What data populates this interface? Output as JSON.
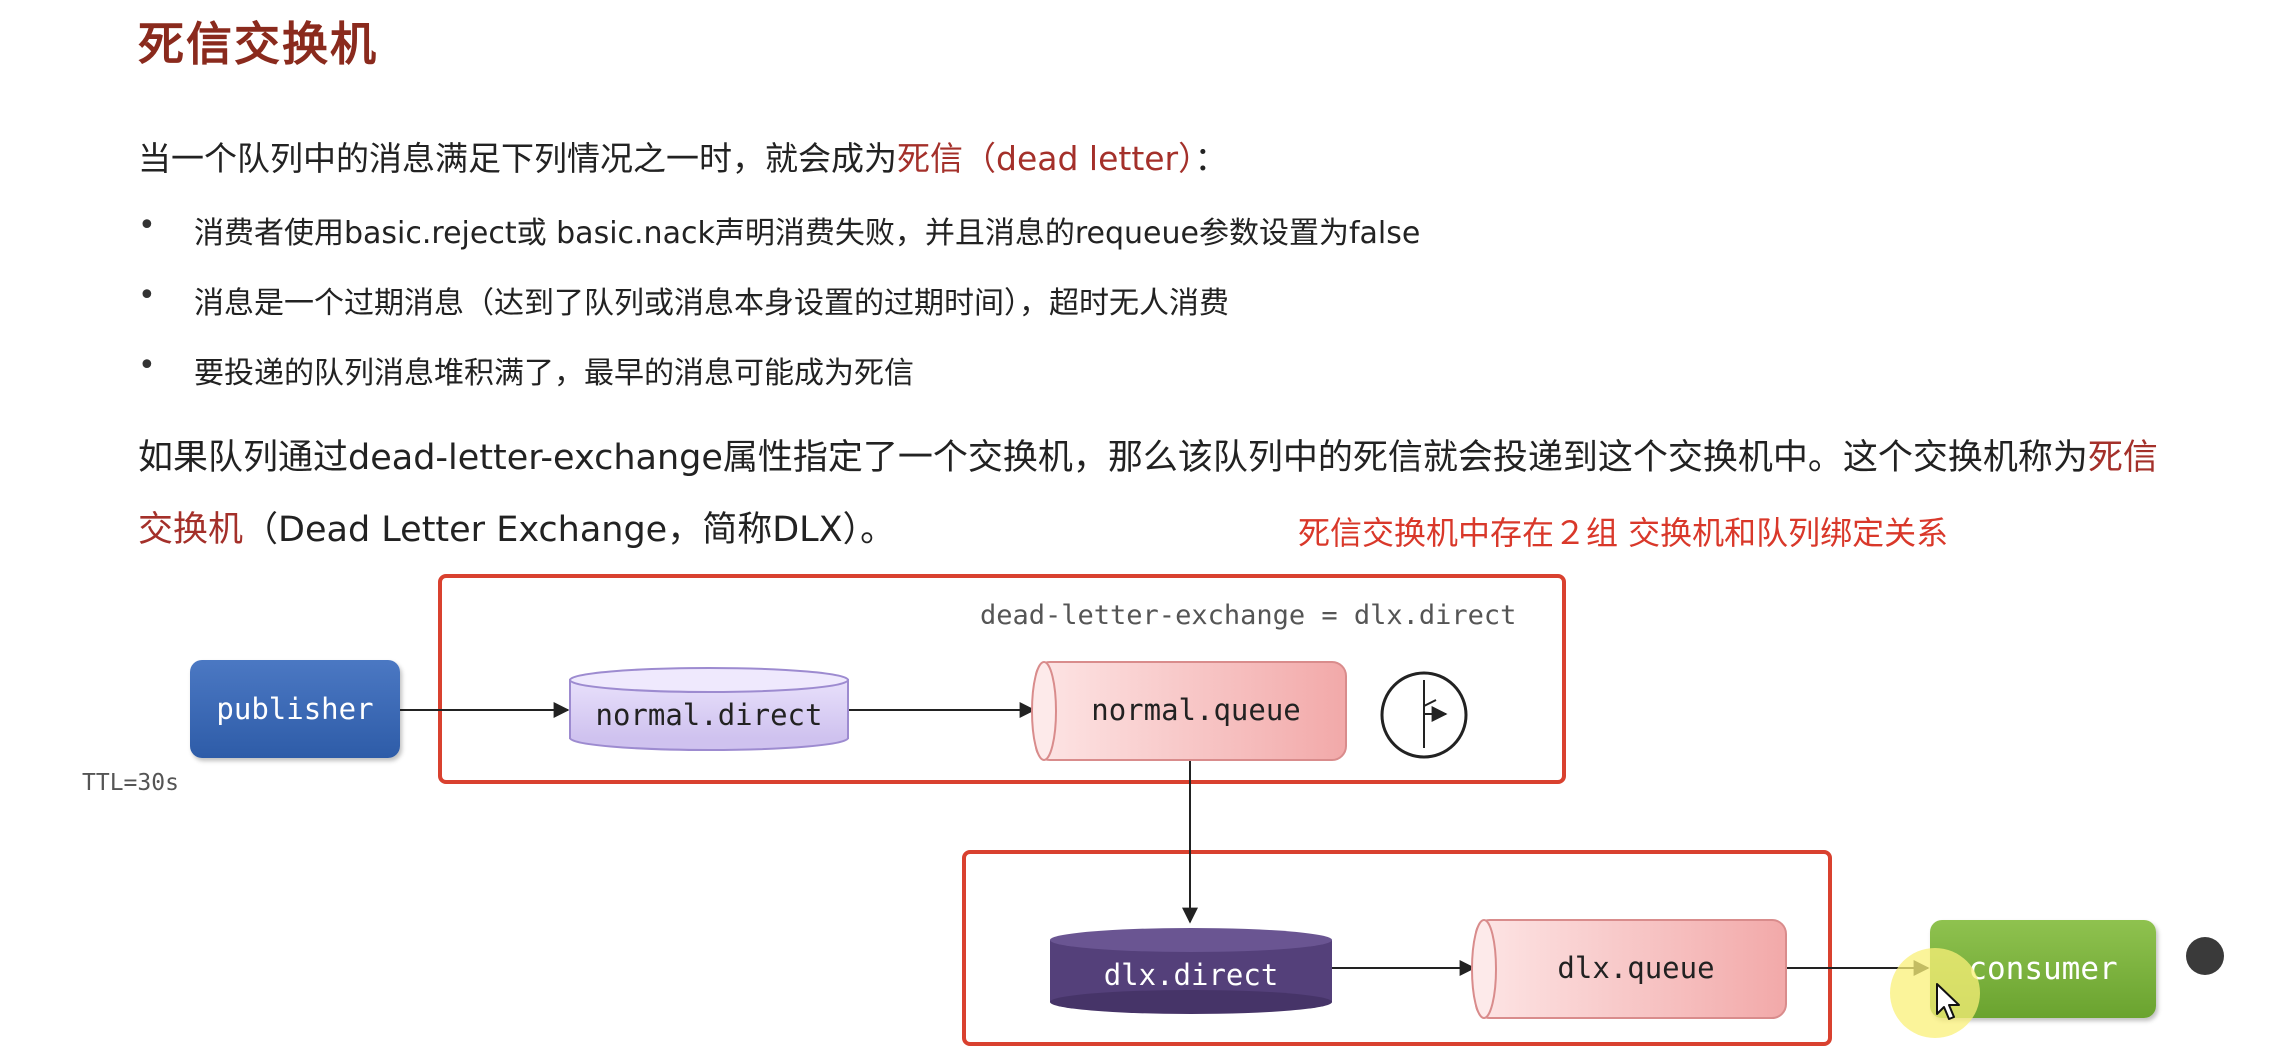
{
  "title": "死信交换机",
  "intro": {
    "prefix": "当一个队列中的消息满足下列情况之一时，就会成为",
    "highlight": "死信（dead letter）",
    "suffix": "："
  },
  "bullets": [
    "消费者使用basic.reject或 basic.nack声明消费失败，并且消息的requeue参数设置为false",
    "消息是一个过期消息（达到了队列或消息本身设置的过期时间），超时无人消费",
    "要投递的队列消息堆积满了，最早的消息可能成为死信"
  ],
  "paragraph": {
    "prefix": "如果队列通过dead-letter-exchange属性指定了一个交换机，那么该队列中的死信就会投递到这个交换机中。这个交换机称为",
    "highlight": "死信交换机",
    "suffix": "（Dead Letter Exchange，简称DLX）。"
  },
  "annotation": "死信交换机中存在２组 交换机和队列绑定关系",
  "diagram": {
    "publisher": "publisher",
    "ttl": "TTL=30s",
    "config": "dead-letter-exchange = dlx.direct",
    "normal_exchange": "normal.direct",
    "normal_queue": "normal.queue",
    "dlx_exchange": "dlx.direct",
    "dlx_queue": "dlx.queue",
    "consumer": "consumer"
  },
  "colors": {
    "title": "#8a2a1d",
    "highlight_text": "#a4302a",
    "annotation": "#d9382a",
    "red_box": "#d9412f",
    "publisher": "#3a68b5",
    "normal_exchange": "#ddd3f5",
    "queue": "#f6c6c6",
    "dlx_exchange": "#54407a",
    "consumer": "#7ab33d"
  },
  "icons": [
    "timer-icon",
    "cursor-icon"
  ]
}
